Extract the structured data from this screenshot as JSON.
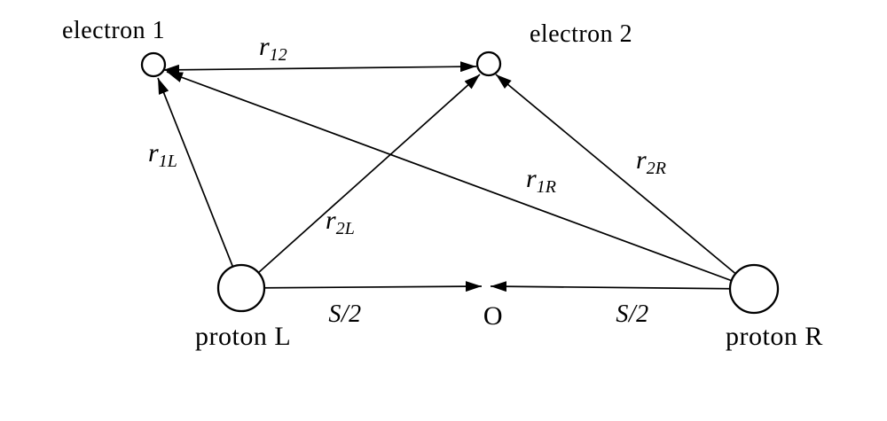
{
  "diagram": {
    "description": "Coordinate diagram of two electrons and two protons with interparticle distance vectors",
    "colors": {
      "stroke": "#000000",
      "background": "#ffffff"
    },
    "nodes": {
      "electron1": {
        "label": "electron 1"
      },
      "electron2": {
        "label": "electron 2"
      },
      "protonL": {
        "label": "proton L"
      },
      "protonR": {
        "label": "proton R"
      },
      "origin": {
        "label": "O"
      }
    },
    "vector_labels": {
      "r12": {
        "base": "r",
        "sub": "12"
      },
      "r1L": {
        "base": "r",
        "sub": "1L"
      },
      "r2L": {
        "base": "r",
        "sub": "2L"
      },
      "r1R": {
        "base": "r",
        "sub": "1R"
      },
      "r2R": {
        "base": "r",
        "sub": "2R"
      }
    },
    "distance_labels": {
      "s2_left": {
        "label": "S/2"
      },
      "s2_right": {
        "label": "S/2"
      }
    }
  }
}
